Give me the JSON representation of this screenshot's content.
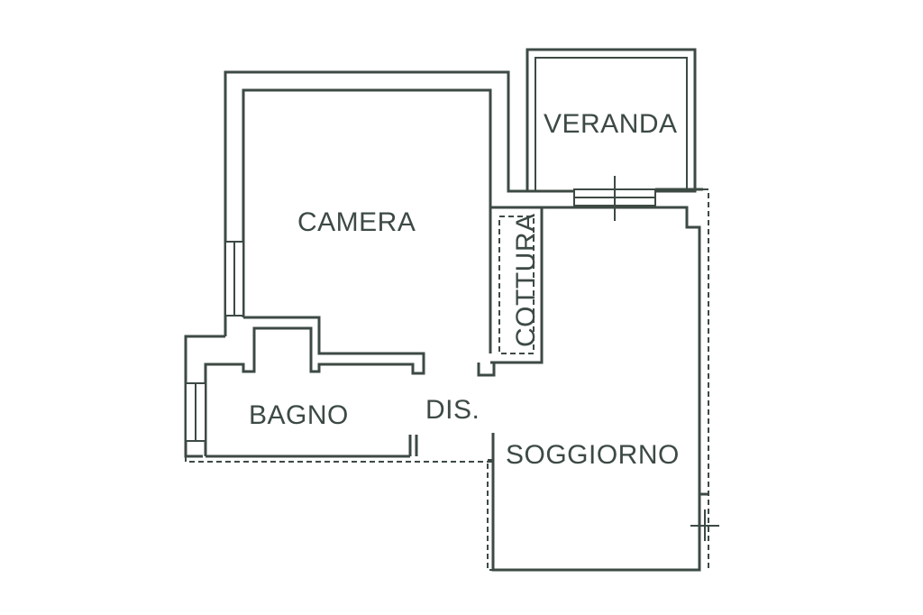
{
  "rooms": {
    "camera": "CAMERA",
    "veranda": "VERANDA",
    "cottura": "COTTURA",
    "bagno": "BAGNO",
    "dis": "DIS.",
    "soggiorno": "SOGGIORNO"
  },
  "colors": {
    "line": "#3d4a44",
    "background": "#ffffff"
  }
}
